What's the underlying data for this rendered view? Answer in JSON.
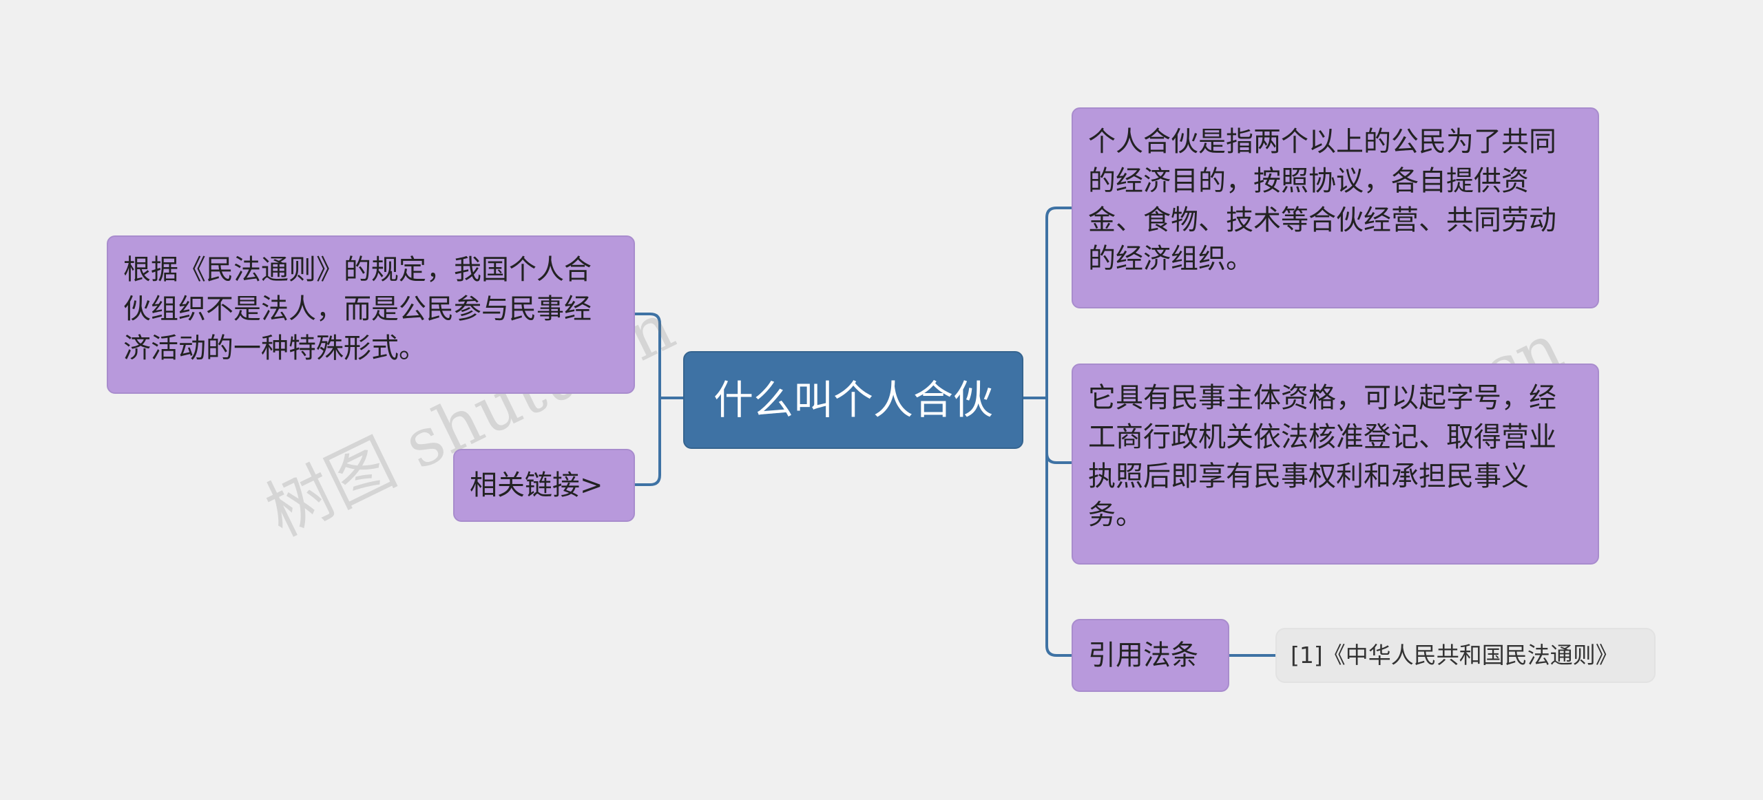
{
  "root": {
    "label": "什么叫个人合伙"
  },
  "left": {
    "definition": "根据《民法通则》的规定，我国个人合伙组织不是法人，而是公民参与民事经济活动的一种特殊形式。",
    "related_link": "相关链接>"
  },
  "right": {
    "meaning": "个人合伙是指两个以上的公民为了共同的经济目的，按照协议，各自提供资金、食物、技术等合伙经营、共同劳动的经济组织。",
    "qualification": "它具有民事主体资格，可以起字号，经工商行政机关依法核准登记、取得营业执照后即享有民事权利和承担民事义务。",
    "citation_label": "引用法条",
    "citation_ref": "[1]《中华人民共和国民法通则》"
  },
  "watermarks": [
    "树图 shutu.cn",
    "树图 shutu.cn"
  ],
  "colors": {
    "root_fill": "#3e72a4",
    "topic_fill": "#b899dc",
    "ref_fill": "#e8e8e8",
    "connector": "#3e72a4",
    "background": "#f0f0f0"
  }
}
